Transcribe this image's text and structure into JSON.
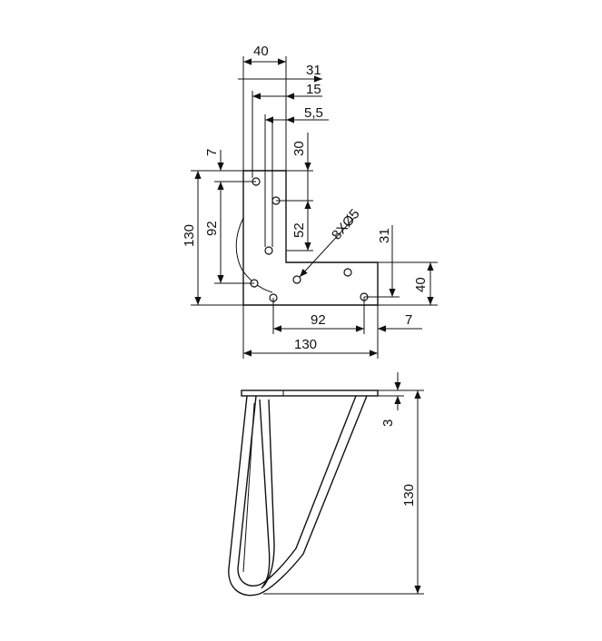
{
  "dimensions": {
    "plate_width_top": "40",
    "offset_31": "31",
    "offset_15": "15",
    "offset_5_5": "5,5",
    "top_7": "7",
    "vert_30": "30",
    "height_130": "130",
    "height_92": "92",
    "vert_52": "52",
    "holes": "8XØ5",
    "right_31": "31",
    "right_40": "40",
    "bottom_92": "92",
    "bottom_7": "7",
    "bottom_130": "130",
    "side_thickness_3": "3",
    "side_height_130": "130"
  }
}
